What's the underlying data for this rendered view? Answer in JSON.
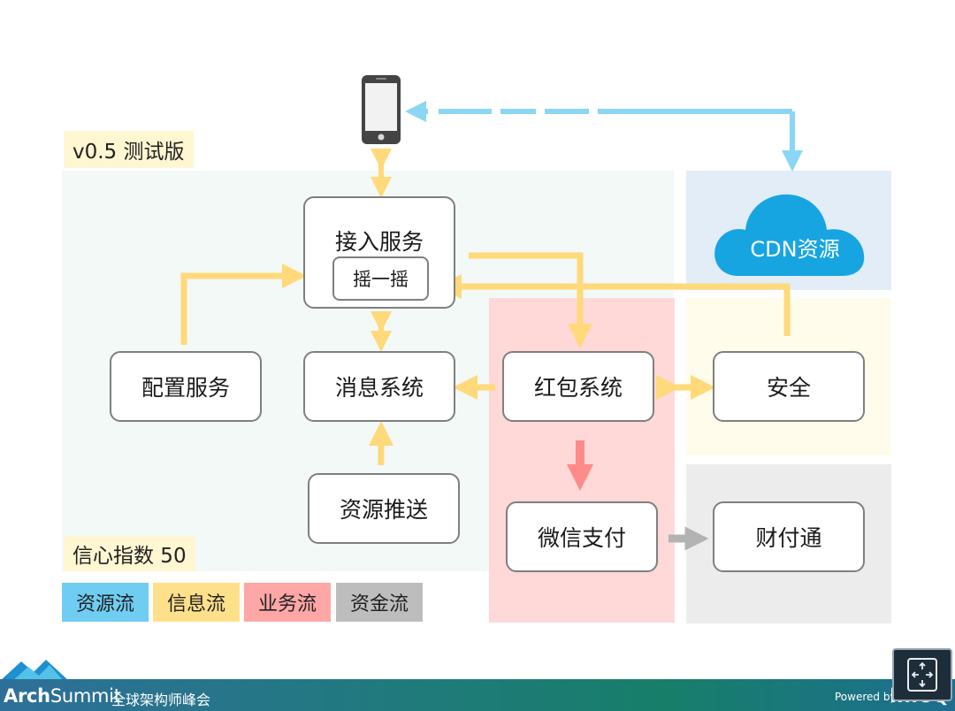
{
  "version_tag": "v0.5 测试版",
  "confidence_tag": "信心指数 50",
  "cloud_label": "CDN资源",
  "boxes": {
    "access": "接入服务",
    "shake": "摇一摇",
    "config": "配置服务",
    "message": "消息系统",
    "redpacket": "红包系统",
    "security": "安全",
    "push": "资源推送",
    "wechatpay": "微信支付",
    "tenpay": "财付通"
  },
  "legend": [
    {
      "label": "资源流",
      "color": "#6fcdf2"
    },
    {
      "label": "信息流",
      "color": "#ffe08a"
    },
    {
      "label": "业务流",
      "color": "#ffa6a6"
    },
    {
      "label": "资金流",
      "color": "#bdbdbd"
    }
  ],
  "colors": {
    "resource_flow": "#8ad6f4",
    "info_flow": "#ffd97a",
    "business_flow": "#ff8a8a",
    "fund_flow": "#b3b3b3",
    "cdn_cloud": "#17a5e2"
  },
  "footer": {
    "brand_bold": "Arch",
    "brand_thin": "Summit",
    "subtitle": "全球架构师峰会",
    "powered": "Powered by",
    "logo": "InfoQ"
  }
}
